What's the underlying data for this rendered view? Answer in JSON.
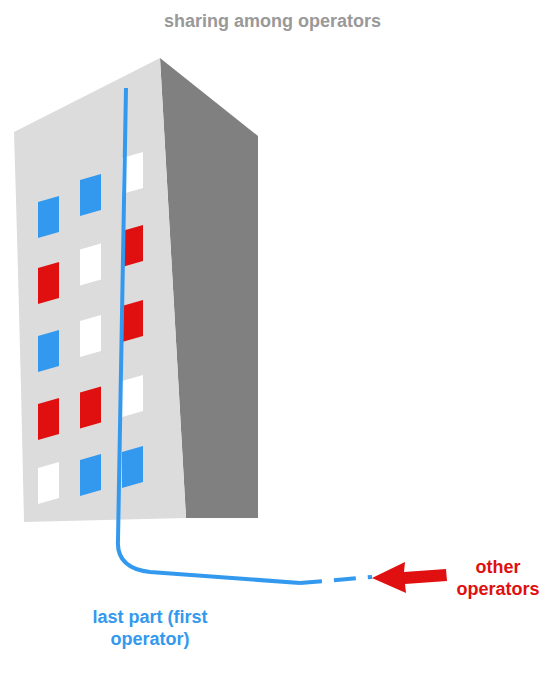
{
  "diagram": {
    "title": "sharing among operators",
    "labels": [
      "last part (first operator)",
      "other operators"
    ]
  }
}
